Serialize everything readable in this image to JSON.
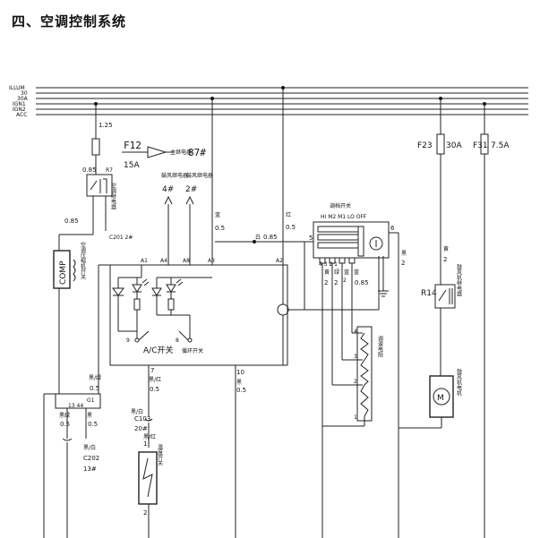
{
  "title": "四、空调控制系统",
  "bus_lines": [
    "ILLUM",
    "30",
    "30A",
    "IGN1",
    "IGN2",
    "ACC"
  ],
  "labels": {
    "f12": "F12",
    "f12_rating": "15A",
    "main_relay": "主继电器",
    "main_relay_pin": "87#",
    "f23": "F23",
    "f23_rating": "30A",
    "f31": "F31",
    "f31_rating": "7.5A",
    "r7": "R7",
    "r14": "R14",
    "comp": "COMP",
    "c201": "C201 2#",
    "c103": "C103",
    "c103_pin": "20#",
    "c202": "C202",
    "c202_pin": "13#",
    "relay_pin4": "4#",
    "relay_pin2": "2#",
    "knob_switch": "调档开关",
    "knob_positions": "HI  M2  M1  LO   OFF",
    "ac_switch": "A/C开关",
    "cycle_switch": "循环开关",
    "box_a1": "A1",
    "box_a4": "A4",
    "box_a8": "A8",
    "box_a3": "A3",
    "box_a2": "A2",
    "pin7": "7",
    "pin10": "10",
    "pin5": "5",
    "pin6": "6",
    "knob_pins": "4  3  2  1",
    "g1": "G1",
    "g1_pins": "13      44",
    "res_4": "4",
    "res_3": "3",
    "res_2": "2",
    "res_1": "1",
    "t_1": "1",
    "t_2": "2",
    "t_9": "9",
    "t_8": "8"
  },
  "wires": {
    "w1": "1.25",
    "w2": "0.85",
    "w3": "0.85",
    "w4": "0.5",
    "w5": "0.5",
    "w6": "0.85",
    "w7": "0.5",
    "w8": "0.5",
    "w9": "0.5",
    "w10": "0.5",
    "w11": "0.5",
    "w12": "0.5",
    "w13": "0.85",
    "w14": "2",
    "w15": "2",
    "w16": "2",
    "w17": "2",
    "w18": "2"
  },
  "vertical_labels": {
    "compressor_relay": "空调继电器",
    "comp_switch": "空调压缩机开关",
    "blower_relay": "鼓风机继电器",
    "speed_resistor": "调速电阻",
    "blower_motor": "鼓风机电机",
    "temp_switch": "温度开关"
  },
  "colors": {
    "line": "#222222",
    "background": "#ffffff"
  }
}
